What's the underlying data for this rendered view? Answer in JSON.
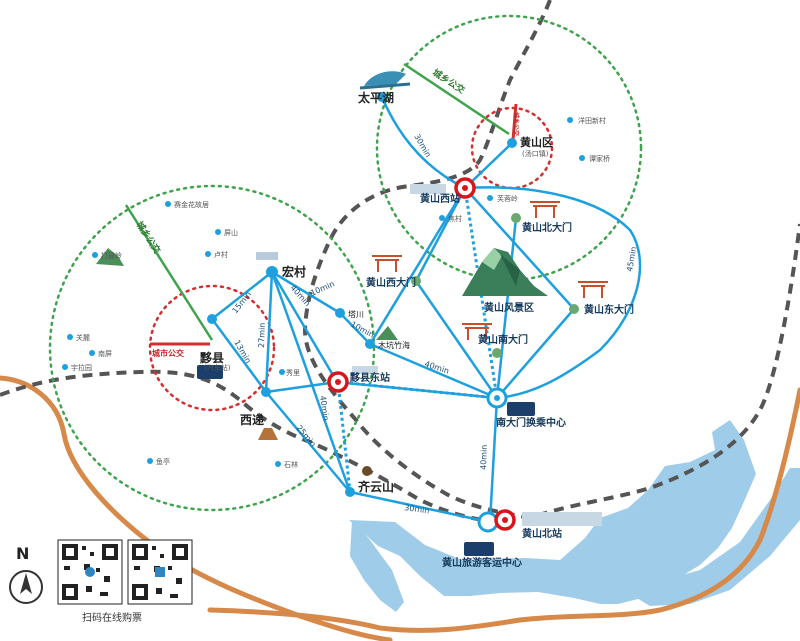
{
  "labels": {
    "taipinghu": "太平湖",
    "huangshanqu": "黄山区",
    "huangshanqu_sub": "(汤口镇)",
    "yangtianxincun": "洋田新村",
    "tanjiaqiao": "谭家桥",
    "huangshanxizhan": "黄山西站",
    "xiaocun": "焦村",
    "furongling": "芙蓉岭",
    "huangshanbeidamen": "黄山北大门",
    "huangshanxidamen": "黄山西大门",
    "huangshanfengjingqu": "黄山风景区",
    "huangshandongdamen": "黄山东大门",
    "huangshannandamen": "黄山南大门",
    "nandamen_hub": "南大门换乘中心",
    "hongcun": "宏村",
    "tachuan": "塔川",
    "mukeng": "木坑竹海",
    "saijinhua": "赛金花故居",
    "pingshan": "屏山",
    "lucun": "卢村",
    "dazhanzhang": "打鼓岭",
    "yixian": "黟县",
    "yixian_sub": "(汽车站)",
    "guanlu": "关麓",
    "nanping": "南屏",
    "shuzhiyuan": "宇拉园",
    "xiuli": "秀里",
    "yixiandongzhan": "黟县东站",
    "xidi": "西递",
    "shilin": "石林",
    "qiyunshan": "齐云山",
    "yuting": "鱼亭",
    "huangshanbeizhan": "黄山北站",
    "keyun": "黄山旅游客运中心",
    "chengxiang1": "城乡公交",
    "chengxiang2": "城乡公交",
    "chengxiang_small": "城乡公交",
    "chengshi": "城市公交",
    "r30_top": "30min",
    "r15": "15min",
    "r40_hong": "40min",
    "r10_a": "10min",
    "r10_b": "10min",
    "r27": "27min",
    "r13": "13min",
    "r40_dong": "40min",
    "r25": "25min",
    "r40_mid": "40min",
    "r40_south": "40min",
    "r45": "45min",
    "r30_bottom": "30min",
    "compass": "N",
    "footer": "扫码在线购票"
  },
  "icons": [
    "bus-icon",
    "gate-icon",
    "mountain-icon",
    "station-icon",
    "qr-code-icon",
    "compass-icon",
    "building-icon"
  ],
  "colors": {
    "route": "#1ea0df",
    "river": "#8fc4e3",
    "road": "#d7894a",
    "boundary": "#555555",
    "circle_green": "#3fa34d",
    "circle_red": "#d32f2f",
    "station_red": "#d9141a",
    "node_green": "#6aa86f"
  }
}
